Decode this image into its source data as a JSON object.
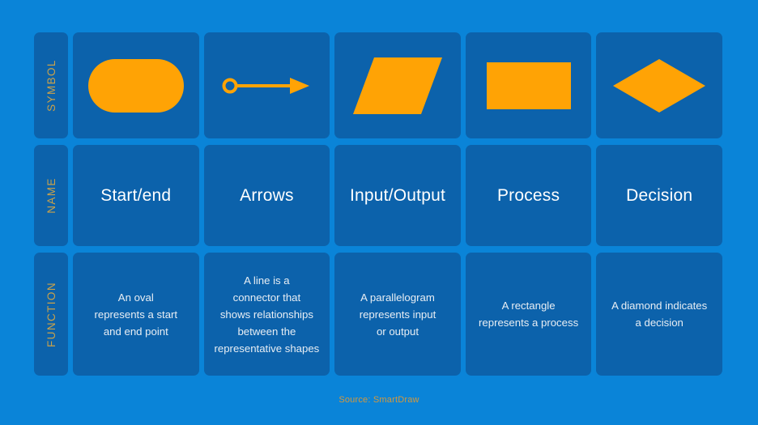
{
  "colors": {
    "page_background": "#0a84d8",
    "card_background": "#0c62ab",
    "shape_orange": "#ffa305",
    "row_label_gold": "#c9a24b",
    "name_text": "#ffffff",
    "function_text": "#e8eef4",
    "source_text": "#d4983d"
  },
  "row_labels": {
    "symbol": "SYMBOL",
    "name": "NAME",
    "function": "FUNCTION"
  },
  "columns": [
    {
      "icon": "rounded-rectangle-shape",
      "name": "Start/end",
      "function": "An oval represents a start and end point",
      "function_lines": [
        "An oval",
        "represents a start",
        "and end point"
      ]
    },
    {
      "icon": "arrow-connector-shape",
      "name": "Arrows",
      "function": "A line is a connector that shows relationships between the representative shapes",
      "function_lines": [
        "A line is a",
        "connector that",
        "shows relationships",
        "between the",
        "representative shapes"
      ]
    },
    {
      "icon": "parallelogram-shape",
      "name": "Input/Output",
      "function": "A parallelogram represents input or output",
      "function_lines": [
        "A parallelogram",
        "represents input",
        "or output"
      ]
    },
    {
      "icon": "rectangle-shape",
      "name": "Process",
      "function": "A rectangle represents a process",
      "function_lines": [
        "A rectangle",
        "represents a process"
      ]
    },
    {
      "icon": "diamond-shape",
      "name": "Decision",
      "function": "A diamond indicates a decision",
      "function_lines": [
        "A diamond indicates",
        "a decision"
      ]
    }
  ],
  "source": "Source: SmartDraw"
}
